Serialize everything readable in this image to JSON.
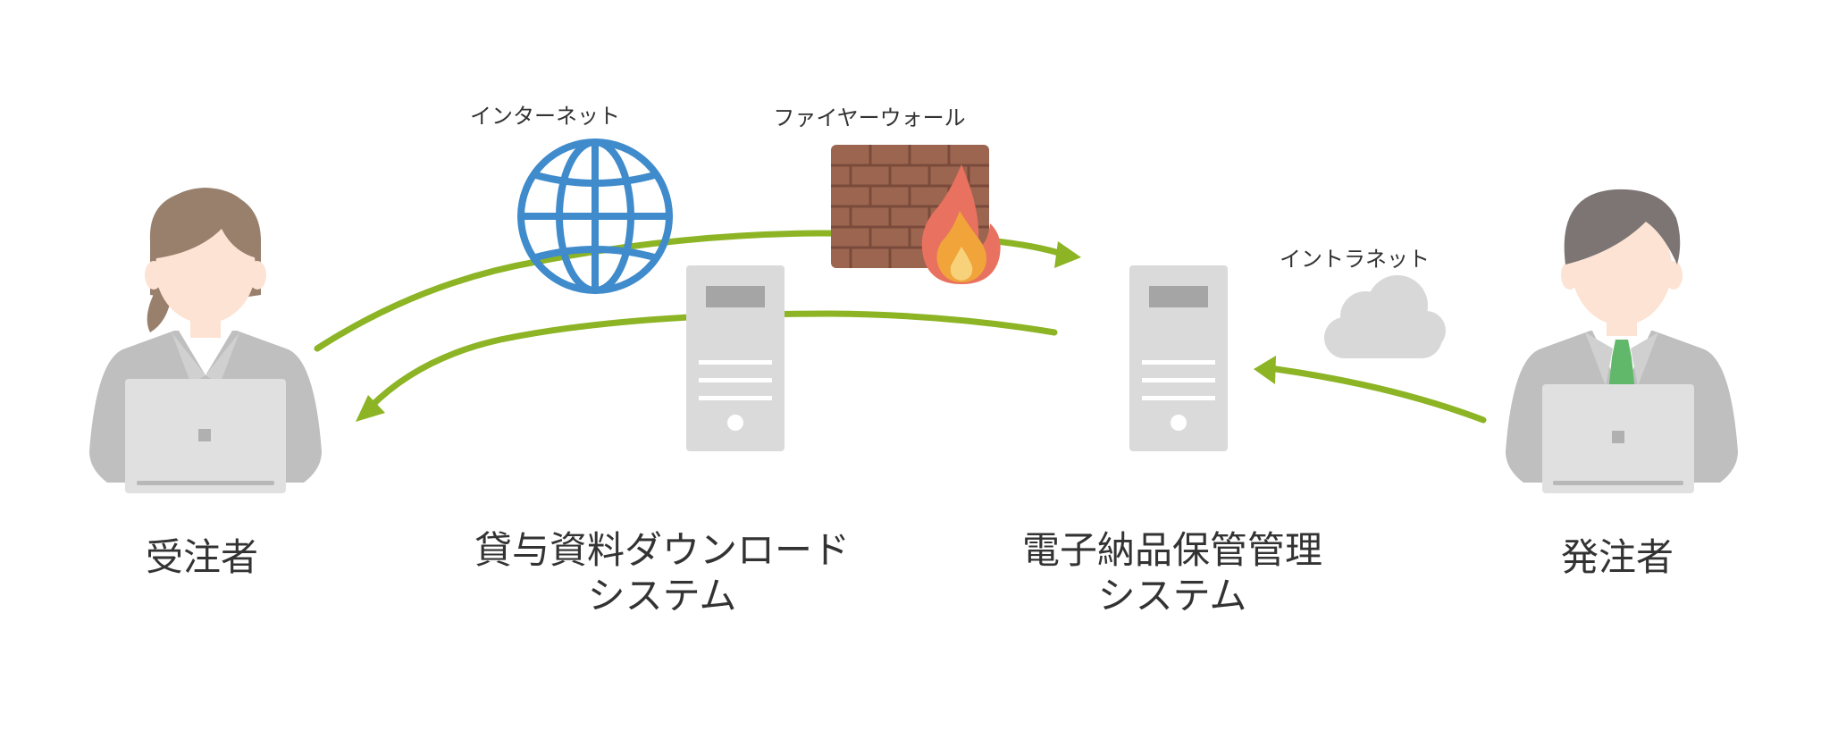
{
  "labels": {
    "internet": "インターネット",
    "firewall": "ファイヤーウォール",
    "intranet": "イントラネット",
    "contractor": "受注者",
    "client": "発注者",
    "download_system_line1": "貸与資料ダウンロード",
    "download_system_line2": "システム",
    "archive_system_line1": "電子納品保管管理",
    "archive_system_line2": "システム"
  },
  "icons": {
    "contractor": "person-with-laptop-icon",
    "client": "person-with-laptop-icon",
    "internet": "globe-icon",
    "firewall": "firewall-icon",
    "intranet": "cloud-icon",
    "download_server": "server-icon",
    "archive_server": "server-icon"
  },
  "colors": {
    "arrow": "#8cb424",
    "globe": "#3f8bcc",
    "brick": "#9c6550",
    "brick_mortar": "#7a4a3a",
    "flame_outer": "#e9715f",
    "flame_mid": "#f0a43a",
    "flame_inner": "#f7d27a",
    "server": "#dadada",
    "server_dark": "#a5a5a5",
    "cloud": "#d8d8d8",
    "skin": "#fce3d3",
    "hair_female": "#98806d",
    "hair_male": "#7c7574",
    "suit": "#bfbfbf",
    "laptop": "#e0e0e0",
    "tie": "#62b86a",
    "text": "#333333"
  }
}
